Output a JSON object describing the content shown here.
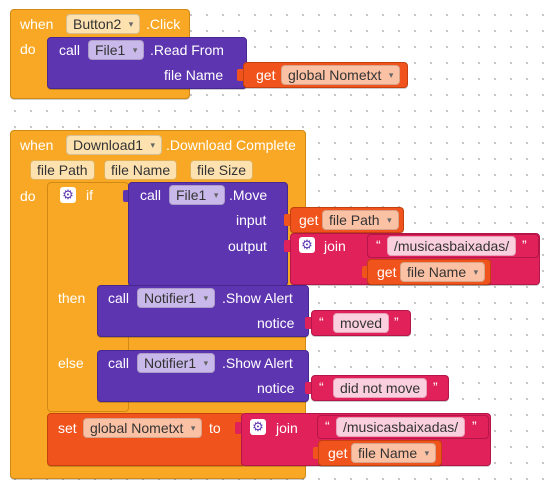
{
  "block1": {
    "when": "when",
    "component": "Button2",
    "event": ".Click",
    "do": "do",
    "call": "call",
    "method_component": "File1",
    "method": ".Read From",
    "arg_label": "file Name",
    "get": "get",
    "variable": "global Nometxt"
  },
  "block2": {
    "when": "when",
    "component": "Download1",
    "event": ".Download Complete",
    "params": [
      "file Path",
      "file Name",
      "file Size"
    ],
    "do": "do",
    "if": "if",
    "then": "then",
    "else": "else",
    "move": {
      "call": "call",
      "component": "File1",
      "method": ".Move",
      "input_label": "input",
      "output_label": "output",
      "get": "get",
      "input_value": "file Path",
      "join": "join",
      "string": "/musicasbaixadas/",
      "get2": "get",
      "value2": "file Name"
    },
    "then_alert": {
      "call": "call",
      "component": "Notifier1",
      "method": ".Show Alert",
      "notice_label": "notice",
      "text": "moved"
    },
    "else_alert": {
      "call": "call",
      "component": "Notifier1",
      "method": ".Show Alert",
      "notice_label": "notice",
      "text": "did not move"
    },
    "set": {
      "set": "set",
      "variable": "global Nometxt",
      "to": "to",
      "join": "join",
      "string": "/musicasbaixadas/",
      "get": "get",
      "value": "file Name"
    }
  },
  "quote_open": "“",
  "quote_close": "”",
  "gear_symbol": "⚙",
  "dropdown_arrow": "▾",
  "colors": {
    "event": "#f9a825",
    "procedure": "#5e35b1",
    "variable": "#f0531c",
    "text": "#e0215a"
  }
}
